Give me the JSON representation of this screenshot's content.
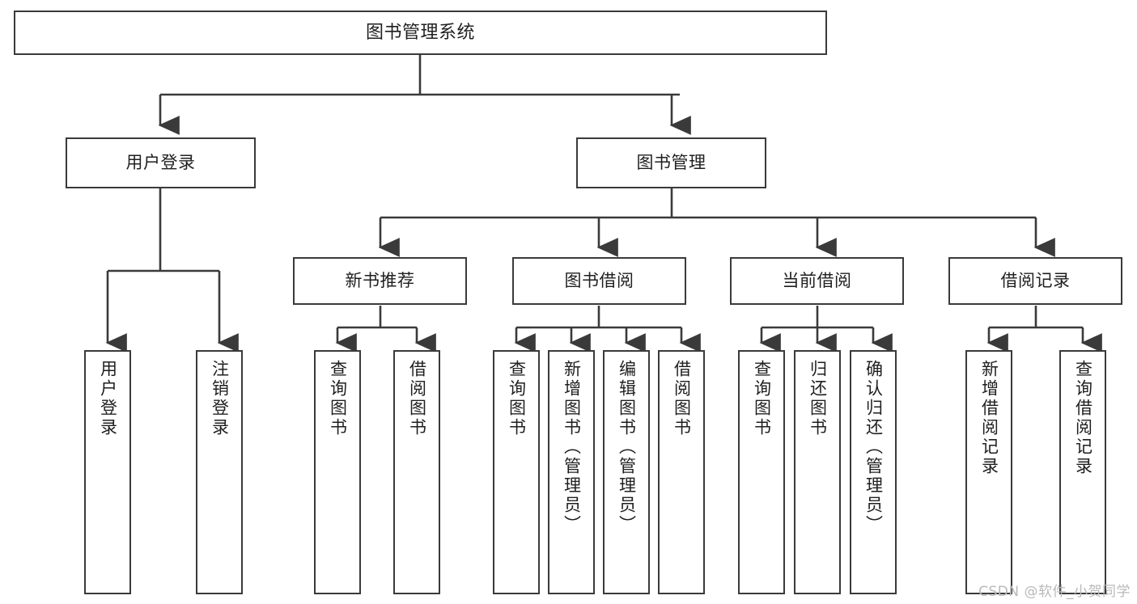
{
  "diagram": {
    "title": "图书管理系统",
    "type": "tree-hierarchy",
    "root": {
      "label": "图书管理系统"
    },
    "level2": [
      {
        "label": "用户登录"
      },
      {
        "label": "图书管理"
      }
    ],
    "level3": [
      {
        "label": "新书推荐"
      },
      {
        "label": "图书借阅"
      },
      {
        "label": "当前借阅"
      },
      {
        "label": "借阅记录"
      }
    ],
    "leaves": {
      "user_login": [
        {
          "label": "用户登录"
        },
        {
          "label": "注销登录"
        }
      ],
      "new_book_recommend": [
        {
          "label": "查询图书"
        },
        {
          "label": "借阅图书"
        }
      ],
      "book_borrow": [
        {
          "label": "查询图书"
        },
        {
          "label": "新增图书（管理员）"
        },
        {
          "label": "编辑图书（管理员）"
        },
        {
          "label": "借阅图书"
        }
      ],
      "current_borrow": [
        {
          "label": "查询图书"
        },
        {
          "label": "归还图书"
        },
        {
          "label": "确认归还（管理员）"
        }
      ],
      "borrow_record": [
        {
          "label": "新增借阅记录"
        },
        {
          "label": "查询借阅记录"
        }
      ]
    }
  },
  "watermark": {
    "text": "CSDN @软件_小贺同学"
  },
  "colors": {
    "stroke": "#3a3a3a",
    "background": "#ffffff",
    "text": "#1f1f1f",
    "watermark": "#b9b9b9"
  }
}
